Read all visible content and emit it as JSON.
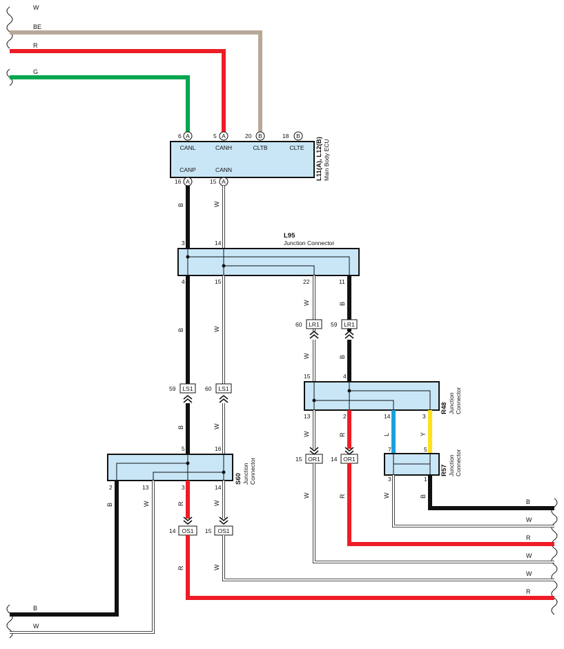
{
  "colors": {
    "G": "#00a650",
    "R": "#ee1c25",
    "BE": "#b8a898",
    "B": "#111111",
    "W": "#ffffff",
    "L": "#1ba1dd",
    "Y": "#ffe11a",
    "box_fill": "#c9e6f7"
  },
  "wire_labels": {
    "w": "W",
    "be": "BE",
    "r": "R",
    "g": "G",
    "b": "B",
    "l": "L",
    "y": "Y"
  },
  "ecu": {
    "id": "L11(A), L12(B)",
    "name": "Main Body ECU",
    "top_pins": [
      {
        "num": "6",
        "conn": "A",
        "name": "CANL"
      },
      {
        "num": "5",
        "conn": "A",
        "name": "CANH"
      },
      {
        "num": "20",
        "conn": "B",
        "name": "CLTB"
      },
      {
        "num": "18",
        "conn": "B",
        "name": "CLTE"
      }
    ],
    "bottom_pins": [
      {
        "num": "16",
        "conn": "A",
        "name": "CANP"
      },
      {
        "num": "15",
        "conn": "A",
        "name": "CANN"
      }
    ]
  },
  "l95": {
    "id": "L95",
    "name": "Junction Connector",
    "pins": [
      "3",
      "14",
      "4",
      "15",
      "22",
      "11"
    ]
  },
  "r48": {
    "id": "R48",
    "name": "Junction Connector",
    "pins": [
      "15",
      "4",
      "13",
      "2",
      "14",
      "3"
    ]
  },
  "s60": {
    "id": "S60",
    "name": "Junction Connector",
    "pins": [
      "5",
      "16",
      "2",
      "13",
      "3",
      "14"
    ]
  },
  "r57": {
    "id": "R57",
    "name": "Junction Connector",
    "pins": [
      "7",
      "5",
      "3",
      "1"
    ]
  },
  "inline_connectors": [
    {
      "num": "60",
      "code": "LR1"
    },
    {
      "num": "59",
      "code": "LR1"
    },
    {
      "num": "59",
      "code": "LS1"
    },
    {
      "num": "60",
      "code": "LS1"
    },
    {
      "num": "15",
      "code": "OR1"
    },
    {
      "num": "14",
      "code": "OR1"
    },
    {
      "num": "14",
      "code": "OS1"
    },
    {
      "num": "15",
      "code": "OS1"
    }
  ]
}
